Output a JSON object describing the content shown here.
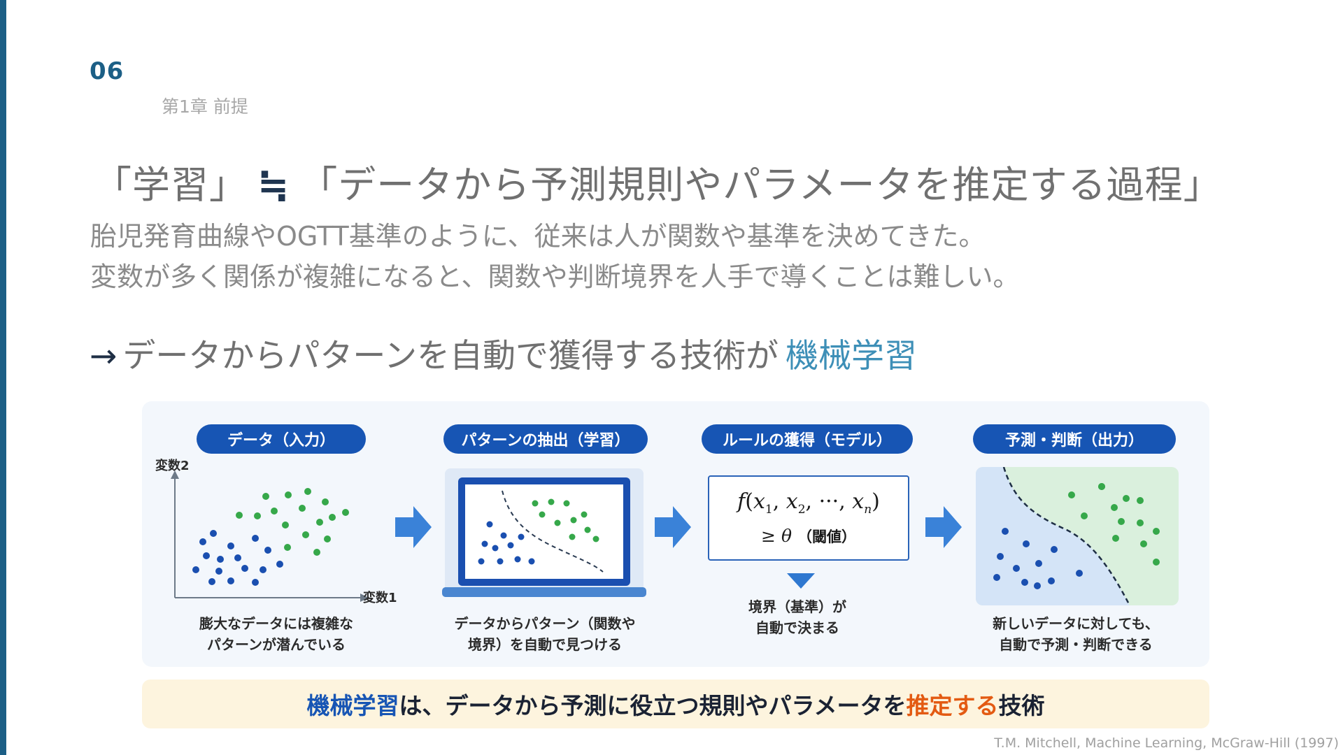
{
  "slide": {
    "page_number": "06",
    "chapter": "第1章 前提"
  },
  "headline": {
    "left": "「学習」",
    "symbol": "≒",
    "right": "「データから予測規則やパラメータを推定する過程」"
  },
  "body": {
    "line1": "胎児発育曲線やOGTT基準のように、従来は人が関数や基準を決めてきた。",
    "line2": "変数が多く関係が複雑になると、関数や判断境界を人手で導くことは難しい。"
  },
  "conclusion": {
    "arrow": "→",
    "text": "データからパターンを自動で獲得する技術が",
    "highlight": "機械学習"
  },
  "diagram": {
    "steps": [
      {
        "title": "データ（入力）",
        "caption_line1": "膨大なデータには複雑な",
        "caption_line2": "パターンが潜んでいる"
      },
      {
        "title": "パターンの抽出（学習）",
        "caption_line1": "データからパターン（関数や",
        "caption_line2": "境界）を自動で見つける"
      },
      {
        "title": "ルールの獲得（モデル）",
        "caption_line1": "境界（基準）が",
        "caption_line2": "自動で決まる"
      },
      {
        "title": "予測・判断（出力）",
        "caption_line1": "新しいデータに対しても、",
        "caption_line2": "自動で予測・判断できる"
      }
    ],
    "axis_y_label": "変数2",
    "axis_x_label": "変数1",
    "formula": {
      "f": "f",
      "x": "x",
      "sub1": "1",
      "sub2": "2",
      "subn": "n",
      "dots": "···",
      "line2_symbol": "≥ θ",
      "line2_note": "（閾値）"
    },
    "colors": {
      "blue_points": "#1a4fb0",
      "green_points": "#36a84a",
      "accent": "#1755b4"
    }
  },
  "summary": {
    "part1": "機械学習",
    "part2": "は、データから予測に役立つ規則やパラメータを",
    "part3": "推定する",
    "part4": "技術"
  },
  "citation": "T.M. Mitchell, Machine Learning, McGraw-Hill (1997)"
}
